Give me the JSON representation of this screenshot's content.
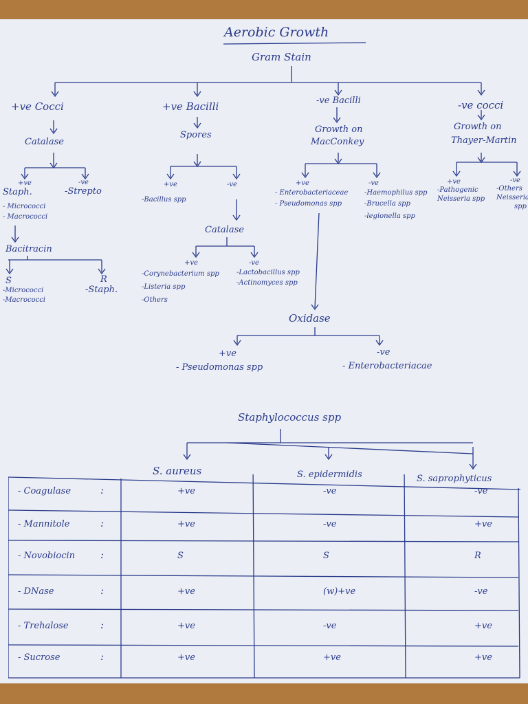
{
  "title": "Aerobic Growth",
  "root": "Gram Stain",
  "branches": {
    "pos_cocci": {
      "label": "+ve Cocci",
      "test": "Catalase",
      "pos": "+ve",
      "pos_name": "Staph.",
      "neg": "-ve",
      "neg_name": "-Strepto",
      "pos_list": [
        "- Micrococci",
        "- Macrococci"
      ],
      "bacitracin": "Bacitracin",
      "s": "S",
      "s_list": [
        "-Micrococci",
        "-Macrococci"
      ],
      "r": "R",
      "r_name": "-Staph."
    },
    "pos_bacilli": {
      "label": "+ve Bacilli",
      "test": "Spores",
      "pos": "+ve",
      "pos_name": "-Bacillus spp",
      "neg": "-ve",
      "catalase": "Catalase",
      "cat_pos": "+ve",
      "cat_pos_list": [
        "-Corynebacterium spp",
        "-Listeria spp",
        "-Others"
      ],
      "cat_neg": "-ve",
      "cat_neg_list": [
        "-Lactobacillus spp",
        "-Actinomyces spp"
      ]
    },
    "neg_bacilli": {
      "label": "-ve Bacilli",
      "test_line1": "Growth on",
      "test_line2": "MacConkey",
      "pos": "+ve",
      "pos_list": [
        "- Enterobacteriaceae",
        "- Pseudomonas spp"
      ],
      "neg": "-ve",
      "neg_list": [
        "-Haemophilus spp",
        "-Brucella spp",
        "-legionella spp"
      ],
      "oxidase": "Oxidase",
      "ox_pos": "+ve",
      "ox_pos_name": "- Pseudomonas spp",
      "ox_neg": "-ve",
      "ox_neg_name": "- Enterobacteriacae"
    },
    "neg_cocci": {
      "label": "-ve cocci",
      "test_line1": "Growth on",
      "test_line2": "Thayer-Martin",
      "pos": "+ve",
      "pos_list": [
        "-Pathogenic",
        "Neisseria spp"
      ],
      "neg": "-ve",
      "neg_list": [
        "-Others",
        "Neisseria",
        "spp"
      ]
    }
  },
  "staph": {
    "heading": "Staphylococcus spp",
    "columns": [
      "S. aureus",
      "S. epidermidis",
      "S. saprophyticus"
    ],
    "rows": [
      {
        "test": "Coagulase",
        "values": [
          "+ve",
          "-ve",
          "-ve"
        ]
      },
      {
        "test": "Mannitole",
        "values": [
          "+ve",
          "-ve",
          "+ve"
        ]
      },
      {
        "test": "Novobiocin",
        "values": [
          "S",
          "S",
          "R"
        ]
      },
      {
        "test": "DNase",
        "values": [
          "+ve",
          "(w)+ve",
          "-ve"
        ]
      },
      {
        "test": "Trehalose",
        "values": [
          "+ve",
          "-ve",
          "+ve"
        ]
      },
      {
        "test": "Sucrose",
        "values": [
          "+ve",
          "+ve",
          "+ve"
        ]
      }
    ],
    "colon": ":"
  }
}
